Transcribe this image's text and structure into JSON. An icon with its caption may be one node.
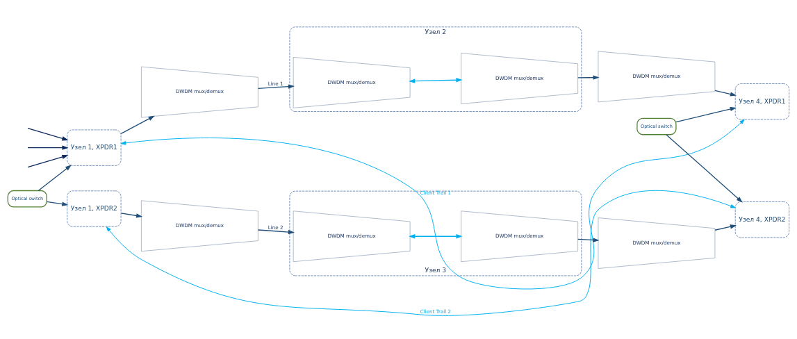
{
  "diagram": {
    "nodes": [
      {
        "text": [
          "Optical switch"
        ]
      },
      {
        "text": [
          "Узел 1, XPDR1"
        ]
      },
      {
        "text": [
          "Узел 1, XPDR2"
        ]
      },
      {
        "text": [
          "DWDM mux/demux"
        ]
      },
      {
        "text": [
          "DWDM mux/demux"
        ]
      },
      {
        "text": [
          "Узел 2"
        ]
      },
      {
        "text": [
          "DWDM mux/demux"
        ],
        "in": 5
      },
      {
        "text": [
          "DWDM mux/demux"
        ],
        "in": 5
      },
      {
        "text": [
          "Узел 3"
        ]
      },
      {
        "text": [
          "DWDM mux/demux"
        ],
        "in": 8
      },
      {
        "text": [
          "DWDM mux/demux"
        ],
        "in": 8
      },
      {
        "text": [
          "DWDM mux/demux"
        ]
      },
      {
        "text": [
          "DWDM mux/demux"
        ]
      },
      {
        "text": [
          "Узел 4, XPDR1"
        ]
      },
      {
        "text": [
          "Узел 4, XPDR2"
        ]
      },
      {
        "text": [
          "Optical switch"
        ]
      }
    ],
    "edges": [
      {
        "from": 1,
        "to": 13,
        "arrow": "both",
        "label": "Client Trail 1",
        "color": "#00b0f0"
      },
      {
        "from": null,
        "to": 1,
        "arrow": "to",
        "color": "#0c2a5e"
      },
      {
        "from": null,
        "to": 1,
        "arrow": "to",
        "color": "#0c2a5e"
      },
      {
        "from": null,
        "to": 1,
        "arrow": "to",
        "color": "#0c2a5e"
      },
      {
        "from": 0,
        "to": 1,
        "arrow": "to"
      },
      {
        "from": 0,
        "to": 2,
        "arrow": "to"
      },
      {
        "from": 1,
        "to": 3,
        "arrow": "to"
      },
      {
        "from": 2,
        "to": 4,
        "arrow": "to"
      },
      {
        "from": 3,
        "to": 6,
        "arrow": "to",
        "label": "Line 1"
      },
      {
        "from": 4,
        "to": 9,
        "arrow": "to",
        "label": "Line 2"
      },
      {
        "from": 6,
        "to": 7,
        "arrow": "both",
        "color": "#00b0f0"
      },
      {
        "from": 9,
        "to": 10,
        "arrow": "both",
        "color": "#00b0f0"
      },
      {
        "from": 7,
        "to": 11,
        "arrow": "to"
      },
      {
        "from": 10,
        "to": 12,
        "arrow": "to"
      },
      {
        "from": 11,
        "to": 13,
        "arrow": "to"
      },
      {
        "from": 12,
        "to": 14,
        "arrow": "to"
      },
      {
        "from": 15,
        "to": 13,
        "arrow": "to"
      },
      {
        "from": 15,
        "to": 14,
        "arrow": "to"
      },
      {
        "from": 2,
        "to": 14,
        "arrow": "both",
        "label": "Client Trail 2",
        "color": "#00b0f0"
      }
    ]
  }
}
